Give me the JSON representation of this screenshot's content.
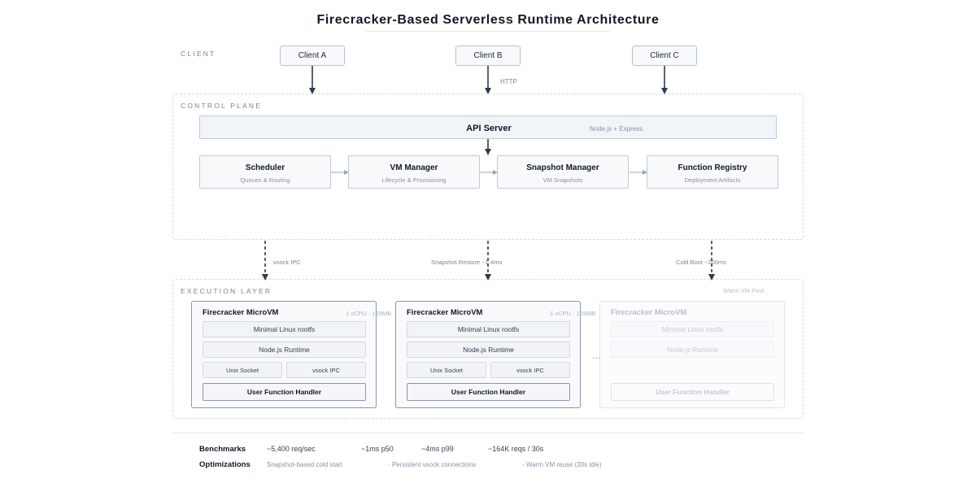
{
  "title": "Firecracker-Based Serverless Runtime Architecture",
  "sections": {
    "client": "CLIENT",
    "control_plane": "CONTROL PLANE",
    "execution_layer": "EXECUTION LAYER"
  },
  "clients": [
    "Client A",
    "Client B",
    "Client C"
  ],
  "labels": {
    "http": "HTTP",
    "vsock_ipc": "vsock IPC",
    "snapshot_restore": "Snapshot Restore ~1-4ms",
    "cold_boot": "Cold Boot ~200ms",
    "warm_pool": "Warm VM Pool",
    "ellipsis": "…"
  },
  "api_server": {
    "title": "API Server",
    "subtitle": "Node.js + Express"
  },
  "control_components": [
    {
      "title": "Scheduler",
      "subtitle": "Queues & Routing"
    },
    {
      "title": "VM Manager",
      "subtitle": "Lifecycle & Provisioning"
    },
    {
      "title": "Snapshot Manager",
      "subtitle": "VM Snapshots"
    },
    {
      "title": "Function Registry",
      "subtitle": "Deployment Artifacts"
    }
  ],
  "microvms": [
    {
      "title": "Firecracker MicroVM",
      "spec": "1 vCPU · 128MB",
      "rootfs": "Minimal Linux rootfs",
      "runtime": "Node.js Runtime",
      "socket": "Unix Socket",
      "vsock": "vsock IPC",
      "handler": "User Function Handler"
    },
    {
      "title": "Firecracker MicroVM",
      "spec": "1 vCPU · 128MB",
      "rootfs": "Minimal Linux rootfs",
      "runtime": "Node.js Runtime",
      "socket": "Unix Socket",
      "vsock": "vsock IPC",
      "handler": "User Function Handler"
    },
    {
      "title": "Firecracker MicroVM",
      "rootfs": "Minimal Linux rootfs",
      "runtime": "Node.js Runtime",
      "handler": "User Function Handler"
    }
  ],
  "footer": {
    "benchmarks_label": "Benchmarks",
    "benchmarks": [
      "~5,400 req/sec",
      "~1ms p50",
      "~4ms p99",
      "~164K reqs / 30s"
    ],
    "optimizations_label": "Optimizations",
    "optimizations": [
      "Snapshot-based cold start",
      "· Persistent vsock connections",
      "· Warm VM reuse (30s idle)"
    ]
  }
}
